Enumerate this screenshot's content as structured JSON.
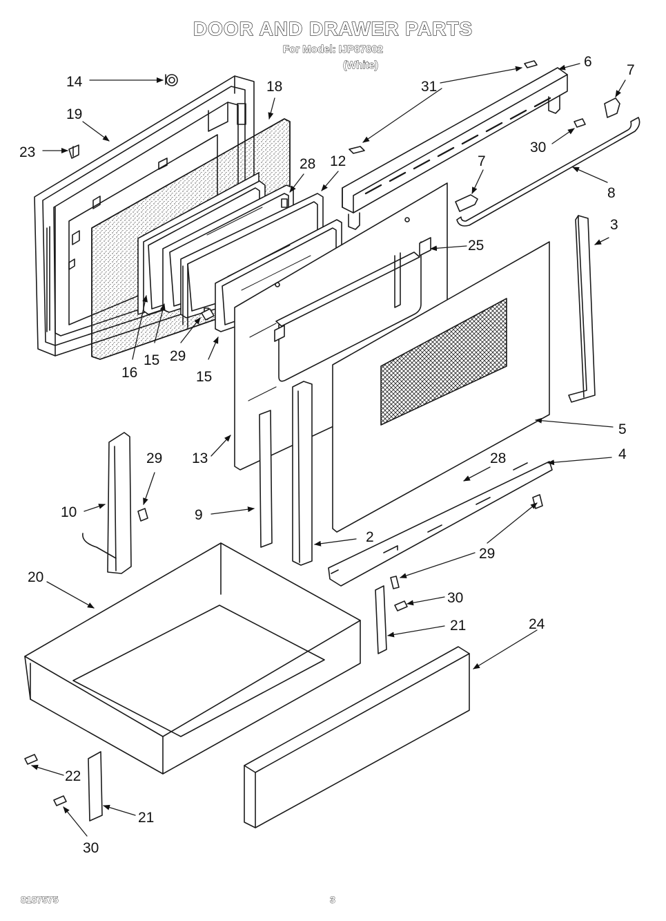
{
  "header": {
    "title": "DOOR AND DRAWER PARTS",
    "model_line": "For Model: IJP87802",
    "color_line": "(White)"
  },
  "callouts": [
    {
      "id": "c14",
      "text": "14"
    },
    {
      "id": "c19",
      "text": "19"
    },
    {
      "id": "c23",
      "text": "23"
    },
    {
      "id": "c18",
      "text": "18"
    },
    {
      "id": "c31",
      "text": "31"
    },
    {
      "id": "c6",
      "text": "6"
    },
    {
      "id": "c7a",
      "text": "7"
    },
    {
      "id": "c30a",
      "text": "30"
    },
    {
      "id": "c28a",
      "text": "28"
    },
    {
      "id": "c12",
      "text": "12"
    },
    {
      "id": "c7b",
      "text": "7"
    },
    {
      "id": "c8",
      "text": "8"
    },
    {
      "id": "c3",
      "text": "3"
    },
    {
      "id": "c25",
      "text": "25"
    },
    {
      "id": "c16",
      "text": "16"
    },
    {
      "id": "c15a",
      "text": "15"
    },
    {
      "id": "c29a",
      "text": "29"
    },
    {
      "id": "c15b",
      "text": "15"
    },
    {
      "id": "c5",
      "text": "5"
    },
    {
      "id": "c4",
      "text": "4"
    },
    {
      "id": "c28b",
      "text": "28"
    },
    {
      "id": "c29b",
      "text": "29"
    },
    {
      "id": "c10",
      "text": "10"
    },
    {
      "id": "c13",
      "text": "13"
    },
    {
      "id": "c9",
      "text": "9"
    },
    {
      "id": "c2",
      "text": "2"
    },
    {
      "id": "c29c",
      "text": "29"
    },
    {
      "id": "c20",
      "text": "20"
    },
    {
      "id": "c30b",
      "text": "30"
    },
    {
      "id": "c21a",
      "text": "21"
    },
    {
      "id": "c24",
      "text": "24"
    },
    {
      "id": "c22",
      "text": "22"
    },
    {
      "id": "c21b",
      "text": "21"
    },
    {
      "id": "c30c",
      "text": "30"
    }
  ],
  "footer": {
    "doc_number": "8187575",
    "page_number": "3"
  }
}
